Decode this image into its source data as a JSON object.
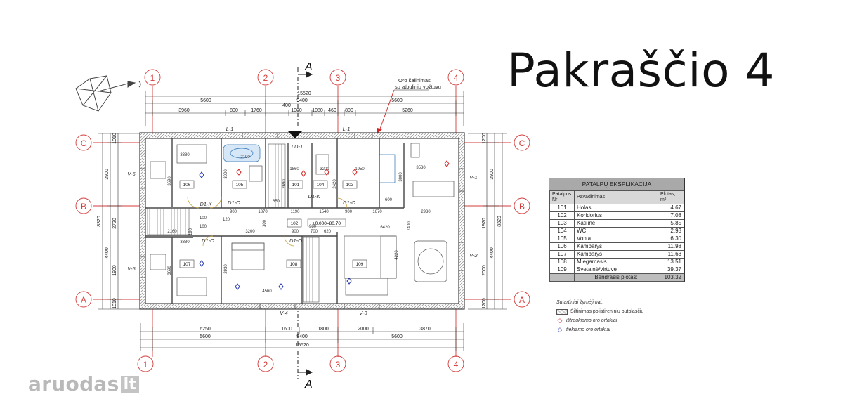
{
  "title": "Pakraščio 4",
  "watermark": {
    "brand": "aruodas",
    "tld": "lt"
  },
  "plan": {
    "axes_columns": [
      "1",
      "2",
      "3",
      "4"
    ],
    "axes_rows": [
      "C",
      "B",
      "A"
    ],
    "section_mark": "A",
    "note_top_line1": "Oro šalinimas",
    "note_top_line2": "su atbuliniu vožtuvu",
    "top_dims": {
      "overall": "15520",
      "row2": [
        "5600",
        "9400"
      ],
      "row2b": "5600",
      "row3": [
        "3960",
        "800",
        "1760",
        "400",
        "1000",
        "1080",
        "460",
        "800",
        "5260"
      ]
    },
    "bottom_dims": {
      "row1": [
        "6250",
        "1600",
        "1800",
        "2000",
        "3870"
      ],
      "row2": [
        "5600",
        "9400",
        "5600"
      ],
      "overall": "15520"
    },
    "left_dims": [
      "1010",
      "3900",
      "8320",
      "2720",
      "4400",
      "1900",
      "1010"
    ],
    "right_dims": [
      "1200",
      "3900",
      "8320",
      "1920",
      "4400",
      "2000",
      "1200"
    ],
    "window_tags": [
      "L-1",
      "L-1",
      "V-6",
      "V-5",
      "V-4",
      "V-3",
      "V-1",
      "V-2",
      "LD-1"
    ],
    "door_tags": [
      "D1-K",
      "D1-O",
      "D1-K",
      "D1-O",
      "D1-O",
      "D1-O"
    ],
    "interior_dims": [
      "3380",
      "3690",
      "2100",
      "3000",
      "1860",
      "3200",
      "1950",
      "2420",
      "2690",
      "3000",
      "3530",
      "900",
      "1870",
      "650",
      "1190",
      "1540",
      "900",
      "1670",
      "2930",
      "120",
      "3200",
      "900",
      "700",
      "620",
      "6420",
      "2160",
      "3380",
      "3690",
      "2930",
      "4560",
      "4220",
      "7400",
      "100",
      "100",
      "190",
      "300",
      "600",
      "980"
    ],
    "level_mark": "±0.000=80.70",
    "room_labels": [
      "106",
      "105",
      "101",
      "104",
      "103",
      "102",
      "107",
      "108",
      "109"
    ]
  },
  "legend": {
    "heading": "PATALPŲ EKSPLIKACIJA",
    "columns": [
      "Patalpos Nr",
      "Pavadinimas",
      "Plotas, m²"
    ],
    "rows": [
      [
        "101",
        "Holas",
        "4.67"
      ],
      [
        "102",
        "Koridorius",
        "7.08"
      ],
      [
        "103",
        "Katilinė",
        "5.85"
      ],
      [
        "104",
        "WC",
        "2.93"
      ],
      [
        "105",
        "Vonia",
        "6.30"
      ],
      [
        "106",
        "Kambarys",
        "11.98"
      ],
      [
        "107",
        "Kambarys",
        "11.63"
      ],
      [
        "108",
        "Miegamasis",
        "13.51"
      ],
      [
        "109",
        "Svetainė/virtuvė",
        "39.37"
      ]
    ],
    "total_label": "Bendrasis plotas:",
    "total_value": "103.32"
  },
  "notes": {
    "heading": "Sutartiniai žymėjimai:",
    "insulation": "Šiltinimas polistireniniu putplasčiu",
    "exhaust": "ištraukiamo oro ortakiai",
    "supply": "tiekiamo oro ortakiai"
  },
  "colors": {
    "axis_red": "#d63b3b",
    "exhaust_red": "#d42020",
    "supply_blue": "#2233aa",
    "wall": "#555555",
    "insulation_hatch": "#bbbbbb"
  }
}
